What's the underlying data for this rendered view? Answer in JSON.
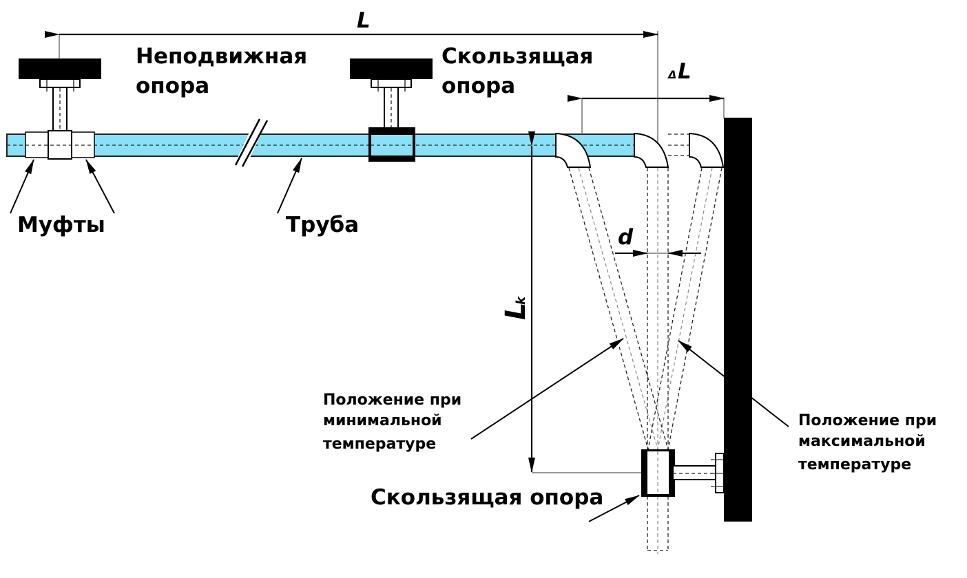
{
  "diagram": {
    "title": "Компенсация температурного удлинения трубы",
    "colors": {
      "pipe": "#8ae0f6",
      "support": "#000000",
      "line": "#000000"
    },
    "labels": {
      "L": "L",
      "delta_L_symbol": "Δ",
      "delta_L_letter": "L",
      "d": "d",
      "Lk_main": "L",
      "Lk_sub": "k",
      "fixed_support_line1": "Неподвижная",
      "fixed_support_line2": "опора",
      "sliding_support_top_line1": "Скользящая",
      "sliding_support_top_line2": "опора",
      "couplings": "Муфты",
      "pipe": "Труба",
      "min_temp_line1": "Положение при",
      "min_temp_line2": "минимальной",
      "min_temp_line3": "температуре",
      "max_temp_line1": "Положение при",
      "max_temp_line2": "максимальной",
      "max_temp_line3": "температуре",
      "sliding_support_bottom": "Скользящая опора"
    }
  }
}
